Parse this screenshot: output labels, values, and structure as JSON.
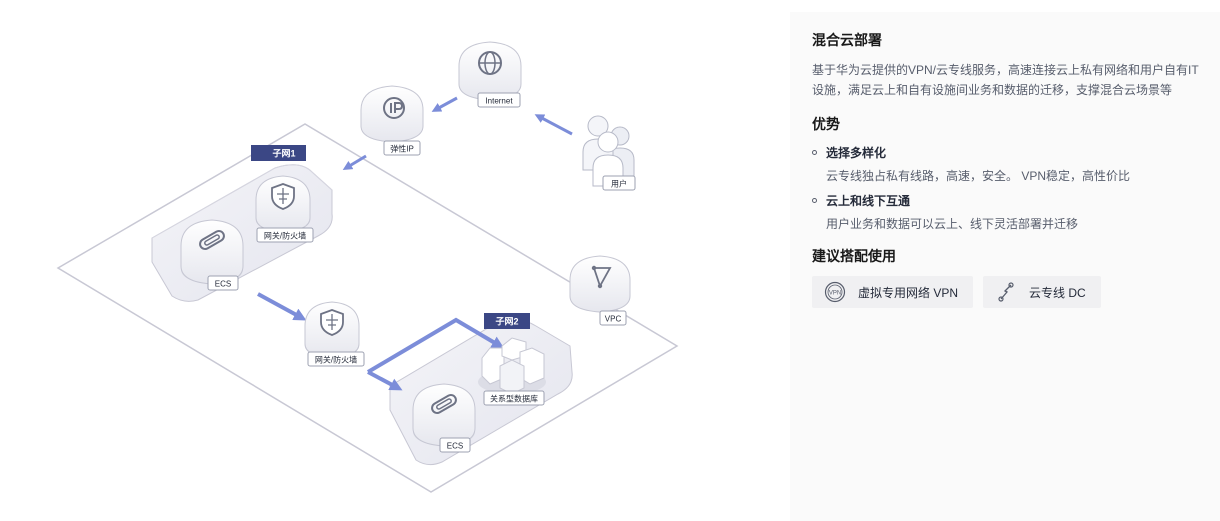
{
  "diagram": {
    "labels": {
      "internet": "Internet",
      "eip": "弹性IP",
      "user": "用户",
      "subnet1": "子网1",
      "subnet2": "子网2",
      "gateway_firewall_1": "网关/防火墙",
      "gateway_firewall_2": "网关/防火墙",
      "ecs_1": "ECS",
      "ecs_2": "ECS",
      "vpc": "VPC",
      "rds": "关系型数据库"
    },
    "icons": [
      "internet-globe-icon",
      "eip-icon",
      "user-group-icon",
      "firewall-shield-icon",
      "ecs-clip-icon",
      "vpc-triangle-icon",
      "database-hexagon-icon"
    ]
  },
  "panel": {
    "title": "混合云部署",
    "description": "基于华为云提供的VPN/云专线服务，高速连接云上私有网络和用户自有IT设施，满足云上和自有设施间业务和数据的迁移，支撑混合云场景等",
    "advantages_heading": "优势",
    "advantages": [
      {
        "title": "选择多样化",
        "desc": "云专线独占私有线路，高速，安全。 VPN稳定，高性价比"
      },
      {
        "title": "云上和线下互通",
        "desc": "用户业务和数据可以云上、线下灵活部署并迁移"
      }
    ],
    "recommend_heading": "建议搭配使用",
    "recommendations": [
      {
        "label": "虚拟专用网络 VPN",
        "icon": "vpn-icon"
      },
      {
        "label": "云专线 DC",
        "icon": "direct-connect-icon"
      }
    ]
  },
  "colors": {
    "arrow": "#7c8dd9",
    "tag": "#3b4785",
    "border": "#c8c8d4",
    "panel_bg": "#fafafa"
  }
}
